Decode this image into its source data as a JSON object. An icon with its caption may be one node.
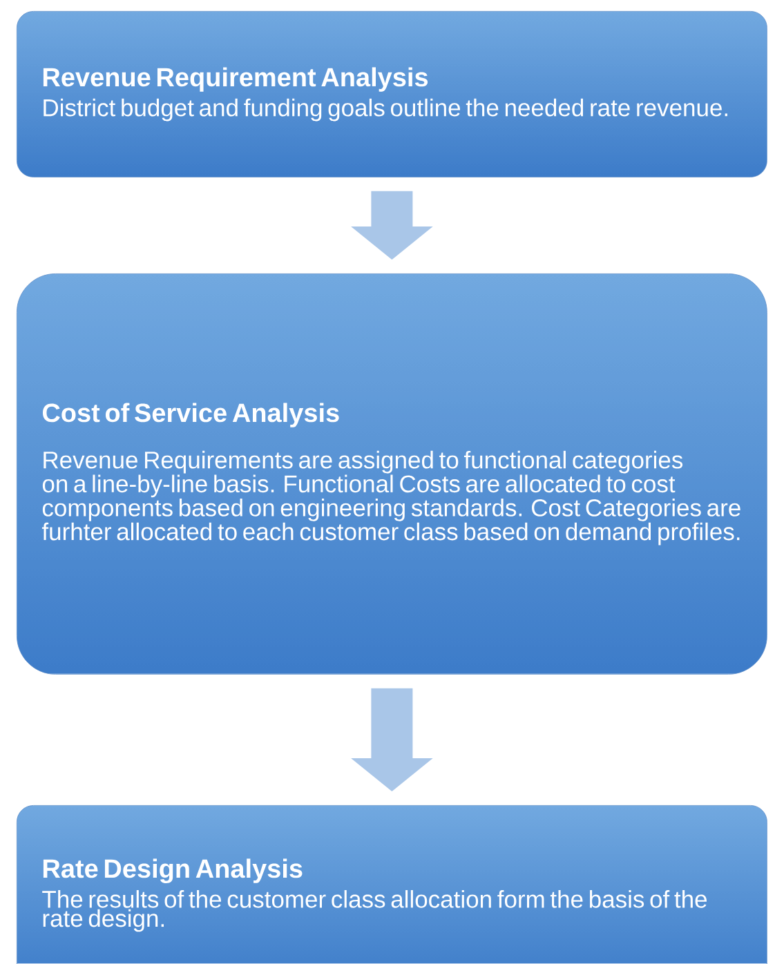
{
  "diagram": {
    "nodes": [
      {
        "text": [
          "Revenue Requirement Analysis",
          "District budget and funding goals outline the needed rate revenue."
        ]
      },
      {
        "text": [
          "Cost of Service Analysis",
          "Revenue Requirements are assigned to functional categories on a line-by-line basis. Functional Costs are allocated to cost components based on engineering standards. Cost Categories are furhter allocated to each customer class based on demand profiles."
        ]
      },
      {
        "text": [
          "Rate Design Analysis",
          "The results of the customer class allocation form the basis of the rate design."
        ]
      }
    ],
    "edges": [
      {
        "from": 0,
        "to": 1,
        "arrow": "to"
      },
      {
        "from": 1,
        "to": 2,
        "arrow": "to"
      }
    ]
  }
}
